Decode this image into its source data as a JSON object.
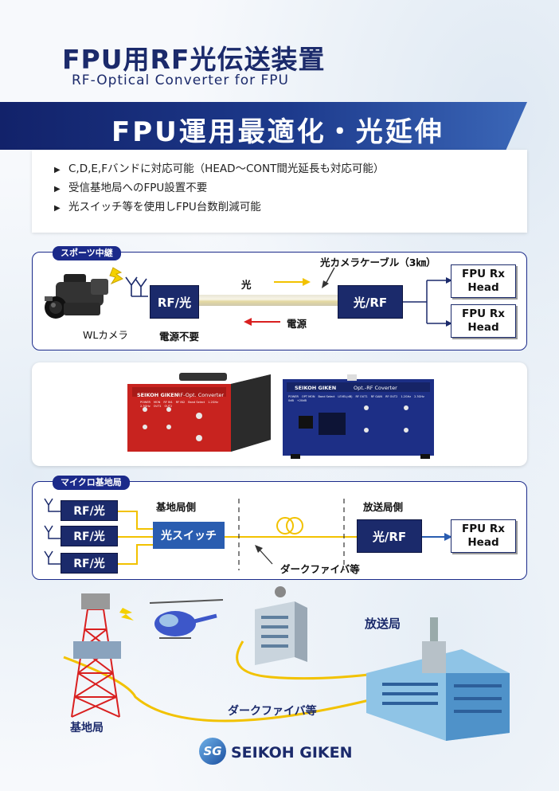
{
  "header": {
    "title_jp": "FPU用RF光伝送装置",
    "title_en": "RF-Optical Converter for FPU",
    "banner": "FPU運用最適化・光延伸"
  },
  "bullets": [
    "C,D,E,Fバンドに対応可能（HEAD～CONT間光延長も対応可能）",
    "受信基地局へのFPU設置不要",
    "光スイッチ等を使用しFPU台数削減可能"
  ],
  "sports": {
    "tag": "スポーツ中継",
    "camera_label": "WLカメラ",
    "rf_opt": "RF/光",
    "no_power": "電源不要",
    "light": "光",
    "power": "電源",
    "cable": "光カメラケーブル（3㎞）",
    "opt_rf": "光/RF",
    "fpu1_line1": "FPU Rx",
    "fpu1_line2": "Head",
    "fpu2_line1": "FPU Rx",
    "fpu2_line2": "Head"
  },
  "devices": {
    "left_brand": "SEIKOH GIKEN",
    "left_name": "RF-Opt. Converter",
    "right_brand": "SEIKOH GIKEN",
    "right_name": "Opt.-RF Coverter",
    "left_labels": [
      "POWER",
      "MON",
      "RF IN1",
      "RF IN2",
      "Band Select",
      "1.2GHz",
      "2.3GHz",
      "OUT1",
      "OUT2"
    ],
    "right_labels": [
      "POWER",
      "OPT MON",
      "Band Select",
      "LEVEL(dB)",
      "RF OUT1",
      "RF GAIN",
      "RF OUT2",
      "1.2GHz",
      "2.3GHz",
      "0dB",
      "+20dB"
    ]
  },
  "micro": {
    "tag": "マイクロ基地局",
    "rf1": "RF/光",
    "rf2": "RF/光",
    "rf3": "RF/光",
    "base_side": "基地局側",
    "switch": "光スイッチ",
    "broadcast_side": "放送局側",
    "opt_rf": "光/RF",
    "fpu_line1": "FPU Rx",
    "fpu_line2": "Head",
    "dark_fiber": "ダークファイバ等"
  },
  "illustration": {
    "broadcast_station": "放送局",
    "dark_fiber": "ダークファイバ等",
    "base_station": "基地局"
  },
  "footer": {
    "logo_mark": "SG",
    "company": "SEIKOH GIKEN"
  },
  "colors": {
    "navy": "#1b2a6b",
    "accent_blue": "#1b2a8a",
    "fiber_yellow": "#f2c200",
    "power_red": "#d92020"
  }
}
